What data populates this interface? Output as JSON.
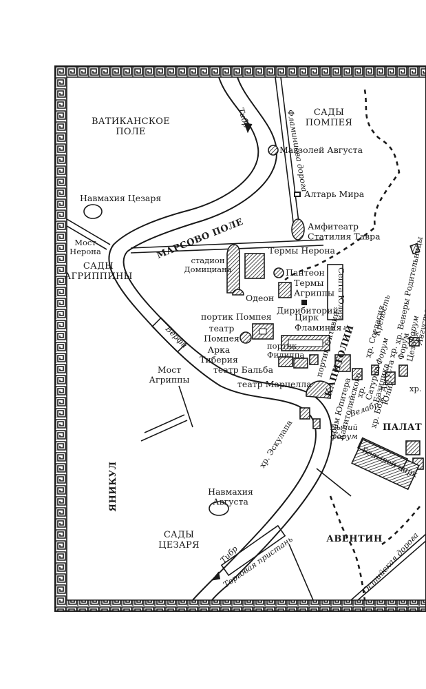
{
  "map": {
    "regions": {
      "vatican_field": "ВАТИКАНСКОЕ\nПОЛЕ",
      "gardens_pompey": "САДЫ\nПОМПЕЯ",
      "campus_martius": "МАРСОВО ПОЛЕ",
      "gardens_agrippina": "САДЫ\nАГРИППИНЫ",
      "capitol": "КАПИТОЛИЙ",
      "palatine": "ПАЛАТ",
      "janiculum": "ЯНИКУЛ",
      "gardens_caesar": "САДЫ\nЦЕЗАРЯ",
      "aventine": "АВЕНТИН"
    },
    "rivers": {
      "tiber_north": "Тибр",
      "tiber_south": "Тибр"
    },
    "roads": {
      "via_flaminia": "Фламиниева дорога",
      "via_ostiensis": "Остийская дорога"
    },
    "landmarks": {
      "naumachia_caesar": "Навмахия Цезаря",
      "mausoleum_augustus": "Мавзолей Августа",
      "ara_pacis": "Алтарь Мира",
      "amphitheatre_taurus": "Амфитеатр\nСтатилия Тавра",
      "bridge_nero": "Мост\nНерона",
      "baths_nero": "Термы Нерона",
      "stadium_domitian": "стадион\nДомициана",
      "pantheon": "Пантеон",
      "baths_agrippa": "Термы\nАгриппы",
      "saepta_julia": "Септа Юлия",
      "odeon": "Одеон",
      "diribitorium": "Дирибиторий",
      "portico_pompey": "портик Помпея",
      "circus_flaminius": "Цирк\nФламиния",
      "theatre_pompey": "театр\nПомпея",
      "arch_tiberius": "Арка\nТиберия",
      "portico_philippus": "портик\nФилиппа",
      "portico_octavia": "портик Октавии",
      "theatre_balbus": "театр Бальба",
      "shipyards": "Верфи",
      "bridge_agrippa": "Мост\nАгриппы",
      "theatre_marcellus": "театр Марцелла",
      "temple_jupiter": "храм Юпитера\nКапитолийского",
      "temple_aesculapius": "хр. Эскулапа",
      "forum_boarium": "Бычий\nфорум",
      "fortress": "Крепость",
      "temple_concord": "хр. Согласия",
      "temple_saturn": "хр.\nСатурна",
      "basilica_julia": "Базилика\nЮлия",
      "velabrum": "Велабр",
      "temple_divine_augustus": "хр. Бож. Августа",
      "forum_julius": "Форум",
      "temple_venus_genetrix": "хр. Венеры Родительницы",
      "forum_augustus": "Форум\nАвгуста",
      "forum_peace": "хр.\nФорум\nЦезаря",
      "temple_short": "хр.",
      "naumachia_augustus": "Навмахия\nАвгуста",
      "circus_maximus": "Большой цирк",
      "emporium": "Торговая пристань"
    }
  }
}
